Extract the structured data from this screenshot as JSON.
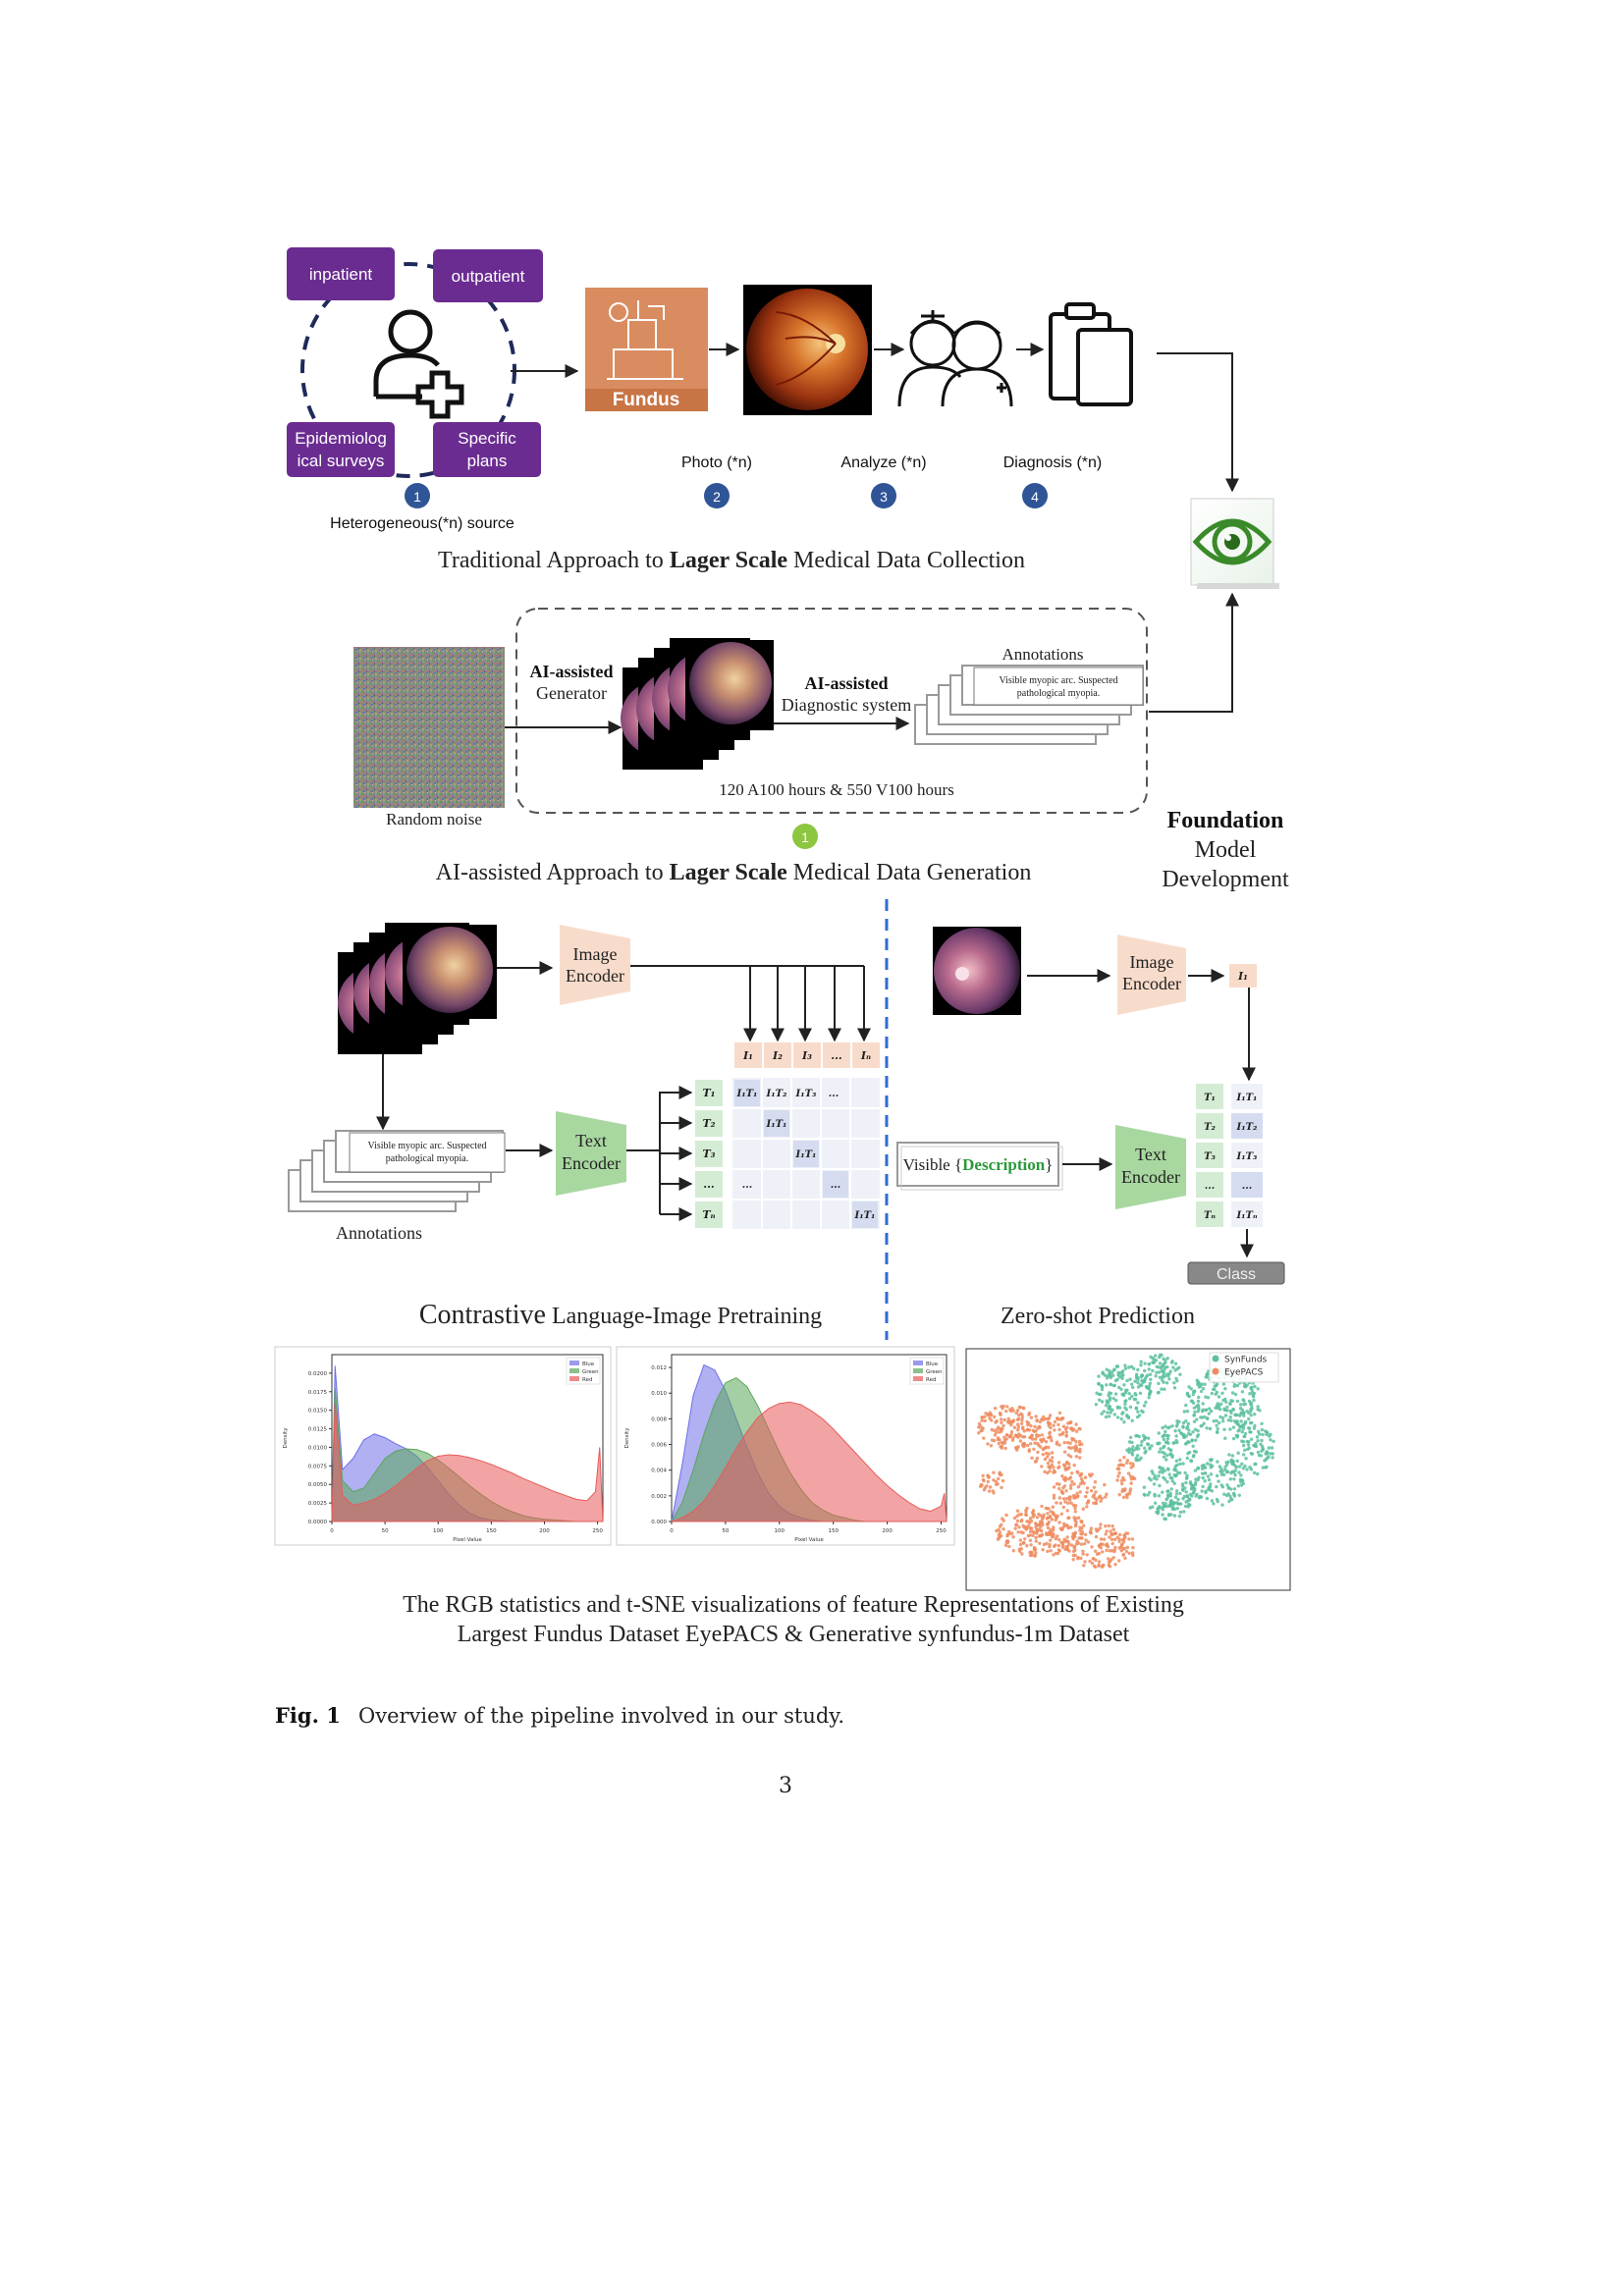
{
  "top": {
    "source_tags": [
      "inpatient",
      "outpatient",
      "Epidemiolog ical surveys",
      "Specific plans"
    ],
    "fundus_label": "Fundus",
    "steps": [
      {
        "num": "1",
        "label": "Heterogeneous(*n) source"
      },
      {
        "num": "2",
        "label": "Photo (*n)"
      },
      {
        "num": "3",
        "label": "Analyze (*n)"
      },
      {
        "num": "4",
        "label": "Diagnosis (*n)"
      }
    ],
    "title_pre": "Traditional Approach to ",
    "title_bold": "Lager Scale",
    "title_post": " Medical Data Collection"
  },
  "mid": {
    "noise_label": "Random noise",
    "generator_bold": "AI-assisted",
    "generator_label": "Generator",
    "diag_bold": "AI-assisted",
    "diag_label": "Diagnostic system",
    "annotations_label": "Annotations",
    "annotation_text": "Visible myopic arc. Suspected pathological myopia.",
    "compute": "120 A100 hours & 550 V100 hours",
    "step_num": "1",
    "title_pre": "AI-assisted Approach to ",
    "title_bold": "Lager Scale",
    "title_post": " Medical Data Generation"
  },
  "foundation": {
    "bold": "Foundation",
    "line2": "Model",
    "line3": "Development"
  },
  "clip": {
    "image_encoder": "Image Encoder",
    "text_encoder": "Text Encoder",
    "annotation_text": "Visible myopic arc. Suspected pathological myopia.",
    "annotations_label": "Annotations",
    "i_headers": [
      "I₁",
      "I₂",
      "I₃",
      "...",
      "Iₙ"
    ],
    "t_rows": [
      "T₁",
      "T₂",
      "T₃",
      "...",
      "Tₙ"
    ],
    "matrix_row1": [
      "I₁T₁",
      "I₁T₂",
      "I₁T₃",
      "..."
    ],
    "diag": [
      "I₁T₁",
      "I₁T₁",
      "...",
      "I₁T₁"
    ],
    "dots_cell": "...",
    "title_big": "Contrastive",
    "title_rest": " Language-Image Pretraining"
  },
  "zeroshot": {
    "image_encoder": "Image Encoder",
    "text_encoder": "Text Encoder",
    "i_label": "I₁",
    "visible_pre": "Visible {",
    "visible_word": "Description",
    "visible_post": "}",
    "t_rows": [
      "T₁",
      "T₂",
      "T₃",
      "...",
      "Tₙ"
    ],
    "it_col": [
      "I₁T₁",
      "I₁T₂",
      "I₁T₃",
      "...",
      "I₁Tₙ"
    ],
    "class_label": "Class",
    "title": "Zero-shot Prediction"
  },
  "rgb_caption": [
    "The RGB statistics and  t-SNE visualizations of feature Representations of  Existing",
    "Largest Fundus Dataset EyePACS & Generative synfundus-1m Dataset"
  ],
  "caption": {
    "label": "Fig. 1",
    "text": "Overview of the pipeline involved in our study."
  },
  "page_number": "3",
  "colors": {
    "purple": "#6a2c91",
    "step_blue": "#2f5597",
    "green_badge": "#8dc63f",
    "peach": "#f8dccb",
    "mint": "#d4ecd4",
    "blue_cell": "#d5dcf0",
    "dashed_blue": "#2f6bd1",
    "fundus_orange": "#d98c5f"
  },
  "chart_data": [
    {
      "type": "area",
      "xlabel": "Pixel Value",
      "ylabel": "Density",
      "xlim": [
        0,
        255
      ],
      "ylim": [
        0,
        0.0225
      ],
      "xticks": [
        "0",
        "50",
        "100",
        "150",
        "200",
        "250"
      ],
      "yticks": [
        "0.0000",
        "0.0025",
        "0.0050",
        "0.0075",
        "0.0100",
        "0.0125",
        "0.0150",
        "0.0175",
        "0.0200"
      ],
      "legend": [
        "Blue",
        "Green",
        "Red"
      ],
      "legend_position": "top-right",
      "x": [
        0,
        3,
        10,
        20,
        30,
        40,
        50,
        60,
        70,
        80,
        90,
        100,
        110,
        120,
        130,
        140,
        150,
        160,
        170,
        180,
        190,
        200,
        210,
        220,
        230,
        240,
        248,
        252,
        255
      ],
      "series": [
        {
          "name": "Blue",
          "color": "#6f6fe8",
          "values": [
            0.0,
            0.021,
            0.007,
            0.0085,
            0.011,
            0.0118,
            0.0113,
            0.0105,
            0.0098,
            0.0088,
            0.0073,
            0.0055,
            0.0037,
            0.0022,
            0.0011,
            0.0005,
            0.0002,
            0.0001,
            0.0,
            0.0,
            0.0,
            0.0,
            0.0,
            0.0,
            0.0,
            0.0,
            0.0,
            0.0,
            0.0
          ]
        },
        {
          "name": "Green",
          "color": "#5aa75a",
          "values": [
            0.0,
            0.018,
            0.0055,
            0.004,
            0.0045,
            0.0065,
            0.0085,
            0.0095,
            0.0098,
            0.0097,
            0.0092,
            0.0083,
            0.0072,
            0.006,
            0.0048,
            0.0037,
            0.0027,
            0.0019,
            0.0013,
            0.0008,
            0.0005,
            0.0003,
            0.0002,
            0.0001,
            0.0,
            0.0,
            0.0,
            0.0,
            0.0
          ]
        },
        {
          "name": "Red",
          "color": "#e85a5a",
          "values": [
            0.0,
            0.016,
            0.0035,
            0.0022,
            0.0025,
            0.003,
            0.0038,
            0.0048,
            0.006,
            0.0072,
            0.0082,
            0.0088,
            0.009,
            0.0089,
            0.0086,
            0.0082,
            0.0077,
            0.0071,
            0.0065,
            0.0058,
            0.0052,
            0.0046,
            0.004,
            0.0035,
            0.003,
            0.0028,
            0.004,
            0.01,
            0.0
          ]
        }
      ]
    },
    {
      "type": "area",
      "xlabel": "Pixel Value",
      "ylabel": "Density",
      "xlim": [
        0,
        255
      ],
      "ylim": [
        0,
        0.013
      ],
      "xticks": [
        "0",
        "50",
        "100",
        "150",
        "200",
        "250"
      ],
      "yticks": [
        "0.000",
        "0.002",
        "0.004",
        "0.006",
        "0.008",
        "0.010",
        "0.012"
      ],
      "legend": [
        "Blue",
        "Green",
        "Red"
      ],
      "legend_position": "top-right",
      "x": [
        0,
        10,
        20,
        30,
        40,
        50,
        60,
        70,
        80,
        90,
        100,
        110,
        120,
        130,
        140,
        150,
        160,
        170,
        180,
        190,
        200,
        210,
        220,
        230,
        240,
        250,
        253,
        255
      ],
      "series": [
        {
          "name": "Blue",
          "color": "#6f6fe8",
          "values": [
            0.0,
            0.0045,
            0.0098,
            0.0122,
            0.0118,
            0.0102,
            0.008,
            0.0058,
            0.0038,
            0.0022,
            0.0012,
            0.0006,
            0.0003,
            0.0001,
            0.0,
            0.0,
            0.0,
            0.0,
            0.0,
            0.0,
            0.0,
            0.0,
            0.0,
            0.0,
            0.0,
            0.0,
            0.0,
            0.0
          ]
        },
        {
          "name": "Green",
          "color": "#5aa75a",
          "values": [
            0.0,
            0.0015,
            0.004,
            0.0068,
            0.0092,
            0.0108,
            0.0112,
            0.0105,
            0.009,
            0.0072,
            0.0054,
            0.0038,
            0.0025,
            0.0015,
            0.0009,
            0.0005,
            0.0003,
            0.0001,
            0.0,
            0.0,
            0.0,
            0.0,
            0.0,
            0.0,
            0.0,
            0.0,
            0.0,
            0.0
          ]
        },
        {
          "name": "Red",
          "color": "#e85a5a",
          "values": [
            0.0,
            0.0003,
            0.0008,
            0.0016,
            0.0028,
            0.0042,
            0.0057,
            0.007,
            0.0081,
            0.0088,
            0.0092,
            0.0093,
            0.0091,
            0.0086,
            0.008,
            0.0072,
            0.0063,
            0.0054,
            0.0045,
            0.0036,
            0.0028,
            0.0021,
            0.0015,
            0.001,
            0.0008,
            0.0012,
            0.0022,
            0.0
          ]
        }
      ]
    },
    {
      "type": "scatter",
      "legend": [
        "SynFunds",
        "EyePACS"
      ],
      "legend_position": "top-right",
      "series": [
        {
          "name": "SynFunds",
          "color": "#5cc0a0"
        },
        {
          "name": "EyePACS",
          "color": "#ef8c5f"
        }
      ]
    }
  ]
}
